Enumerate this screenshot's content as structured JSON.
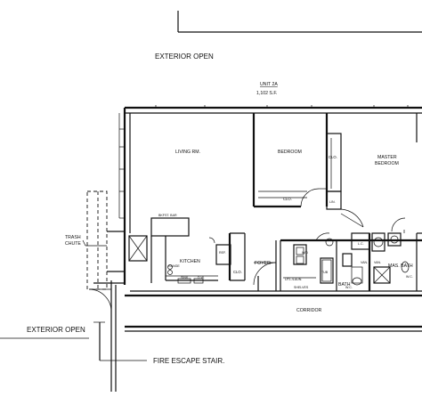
{
  "labels": {
    "exterior_open_top": "EXTERIOR OPEN",
    "exterior_open_left": "EXTERIOR OPEN",
    "unit_name": "UNIT 2A",
    "unit_area": "1,102 S.F.",
    "living_room": "LIVING RM.",
    "bedroom": "BEDROOM",
    "bedroom_closet": "CLO.",
    "master_bedroom_1": "MASTER",
    "master_bedroom_2": "BEDROOM",
    "master_closet": "CLO.",
    "linen": "LIN.",
    "trash_chute_1": "TRASH",
    "trash_chute_2": "CHUTE",
    "bkfst_bar": "BKFST. BAR",
    "kitchen": "KITCHEN",
    "range": "RANGE",
    "sink": "SINK",
    "dw": "D.W.",
    "ref": "REF.",
    "foyer_closet": "CLO.",
    "foyer": "FOYER",
    "wd": "W/D",
    "utl_laun": "UTL./LAUN.",
    "shelves": "SHELVES",
    "tub": "TUB",
    "bath": "BATH",
    "wc_bath": "W.C.",
    "van_bath": "VAN.",
    "lc": "L.C.",
    "van_mas": "VAN.",
    "mas_bath": "MAS. BATH",
    "wc_mas": "W.C.",
    "corridor": "CORRIDOR",
    "fire_escape_stair": "FIRE ESCAPE STAIR."
  }
}
